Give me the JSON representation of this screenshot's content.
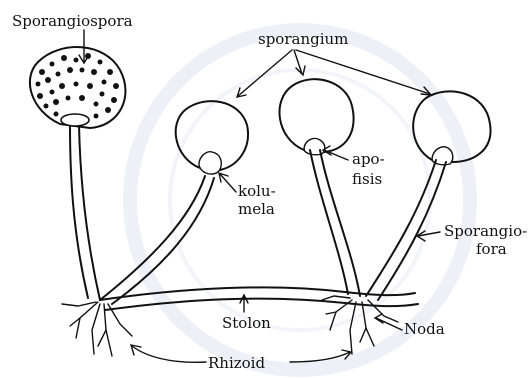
{
  "diagram": {
    "labels": {
      "sporangiospora": "Sporangiospora",
      "sporangium": "sporangium",
      "kolumela_line1": "kolu-",
      "kolumela_line2": "mela",
      "apofisis_line1": "apo-",
      "apofisis_line2": "fisis",
      "sporangiofora_line1": "Sporangio-",
      "sporangiofora_line2": "fora",
      "stolon": "Stolon",
      "noda": "Noda",
      "rhizoid": "Rhizoid"
    },
    "watermark_color": "#dfe6f2"
  }
}
